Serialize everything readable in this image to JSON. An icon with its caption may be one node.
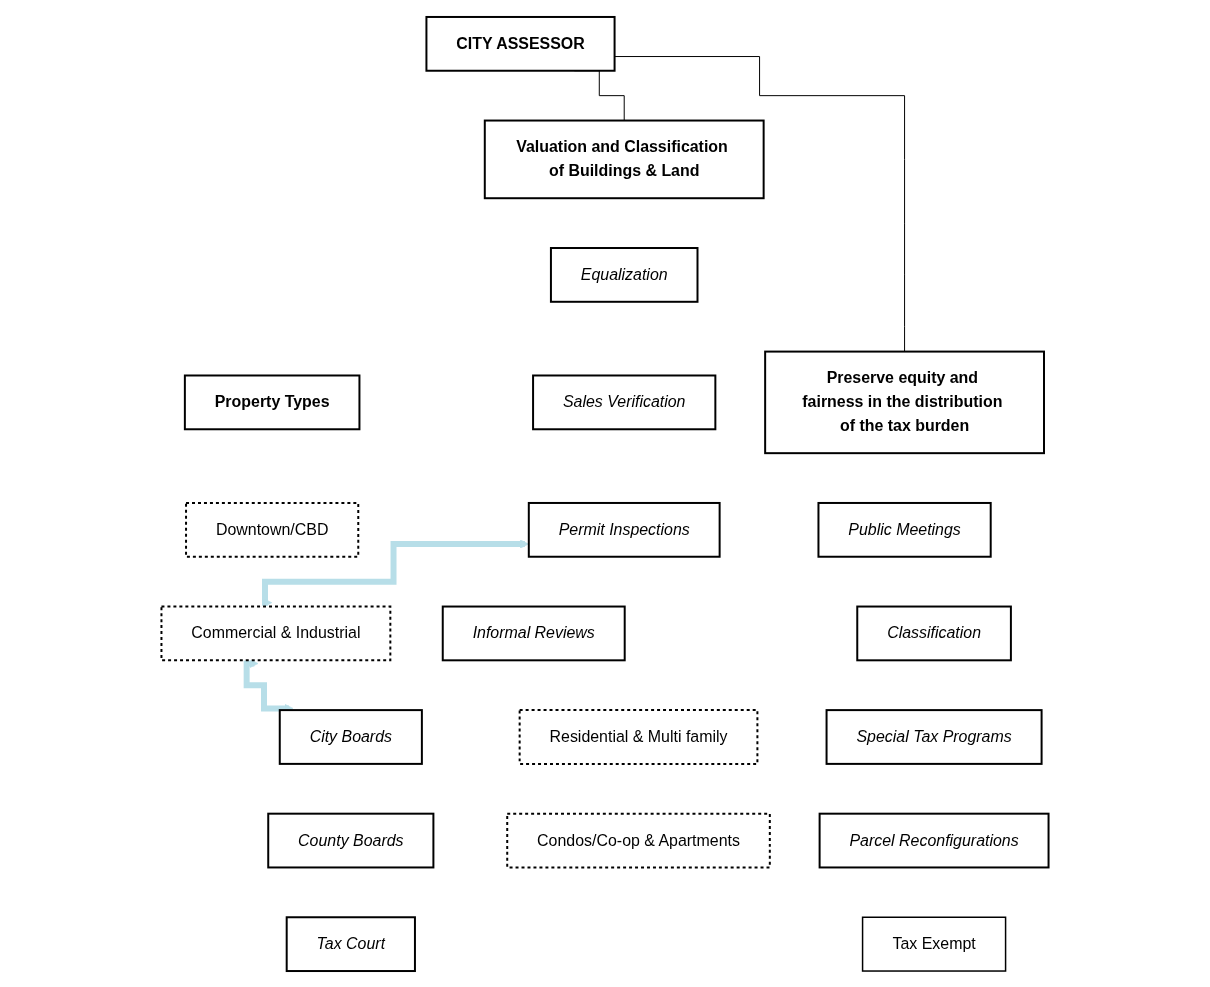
{
  "diagram": {
    "nodes": [
      {
        "text": [
          "CITY ASSESSOR"
        ]
      },
      {
        "text": [
          "Valuation and Classification of Buildings & Land"
        ]
      },
      {
        "text": [
          "Preserve equity and fairness in the distribution of the tax burden"
        ]
      },
      {
        "text": [
          "Property Types"
        ]
      },
      {
        "text": [
          "Equalization"
        ]
      },
      {
        "text": [
          "Sales Verification"
        ]
      },
      {
        "text": [
          "Permit Inspections"
        ]
      },
      {
        "text": [
          "Classification"
        ]
      },
      {
        "text": [
          "Special Tax Programs"
        ]
      },
      {
        "text": [
          "Parcel Reconfigurations"
        ]
      },
      {
        "text": [
          "Tax Exempt"
        ]
      },
      {
        "text": [
          "Downtown/CBD"
        ]
      },
      {
        "text": [
          "Commercial & Industrial"
        ]
      },
      {
        "text": [
          "Residential & Multi family"
        ]
      },
      {
        "text": [
          "Condos/Co-op & Apartments"
        ]
      },
      {
        "text": [
          "Public Meetings"
        ]
      },
      {
        "text": [
          "Informal Reviews"
        ]
      },
      {
        "text": [
          "City Boards"
        ]
      },
      {
        "text": [
          "County Boards"
        ]
      },
      {
        "text": [
          "Tax Court"
        ]
      }
    ],
    "edges": [
      {
        "from": 0,
        "to": 1,
        "arrow": "none"
      },
      {
        "from": 0,
        "to": 2,
        "arrow": "none"
      },
      {
        "from": 6,
        "to": 12,
        "arrow": "both",
        "style": "thick",
        "color": "#b7dee8"
      },
      {
        "from": 12,
        "to": 17,
        "arrow": "both",
        "style": "thick",
        "color": "#b7dee8"
      }
    ]
  }
}
